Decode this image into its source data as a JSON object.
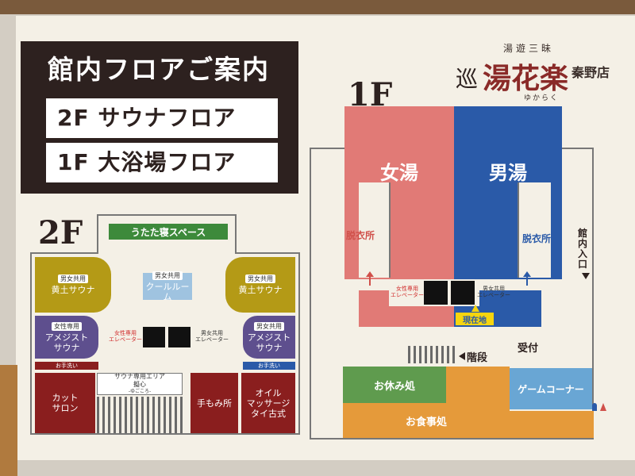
{
  "header": {
    "title": "館内フロアご案内",
    "rows": [
      "2F サウナフロア",
      "1F 大浴場フロア"
    ]
  },
  "logo": {
    "tagline": "湯遊三昧",
    "name": "湯花楽",
    "mark": "巡",
    "kana": "ゆからく",
    "store": "秦野店"
  },
  "floor2": {
    "label": "2F",
    "rest_space": "うたた寝スペース",
    "left_upper": {
      "tag": "男女共用",
      "name": "黄土サウナ"
    },
    "right_upper": {
      "tag": "男女共用",
      "name": "黄土サウナ"
    },
    "cool_room": {
      "tag": "男女共用",
      "name": "クールルーム"
    },
    "left_lower": {
      "tag": "女性専用",
      "name": "アメジスト\nサウナ"
    },
    "right_lower": {
      "tag": "男女共用",
      "name": "アメジスト\nサウナ"
    },
    "wash_left": "お手洗い",
    "wash_right": "お手洗い",
    "elevator_left": "女性専用\nエレベーター",
    "elevator_right": "男女共用\nエレベーター",
    "sauna_area": "サウナ専用エリア\n擬心",
    "sauna_area_kana": "-ゆごころ-",
    "cut_salon": "カット\nサロン",
    "massage": "手もみ所",
    "oil": "オイル\nマッサージ\nタイ古式"
  },
  "floor1": {
    "label": "1F",
    "women_bath": "女湯",
    "men_bath": "男湯",
    "women_changing": "脱衣所",
    "men_changing": "脱衣所",
    "elevator_women": "女性専用\nエレベーター",
    "elevator_men": "男女共用\nエレベーター",
    "current_location": "現在地",
    "entrance": "館内入口",
    "stairs": "階段",
    "reception": "受付",
    "rest_area": "お休み処",
    "game_corner": "ゲームコーナー",
    "dining": "お食事処"
  },
  "colors": {
    "women": "#e17a76",
    "men": "#2a5aa8",
    "olive": "#b49a16",
    "purple": "#5e4f8e",
    "light_blue": "#9fc3e0",
    "maroon": "#8a1e1e",
    "green": "#5f9b4e",
    "orange": "#e59a3a",
    "game": "#69a6d4",
    "dark": "#2d211f"
  }
}
